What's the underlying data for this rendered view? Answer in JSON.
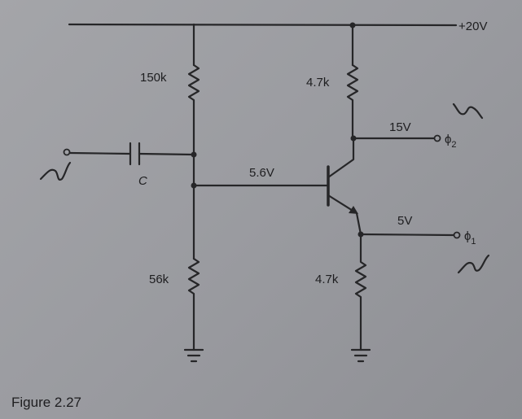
{
  "supply_label": "+20V",
  "components": {
    "r_top_left": "150k",
    "r_bottom_left": "56k",
    "r_collector": "4.7k",
    "r_emitter": "4.7k",
    "capacitor": "C"
  },
  "voltages": {
    "base": "5.6V",
    "collector": "15V",
    "emitter": "5V"
  },
  "outputs": {
    "phi2": "ϕ",
    "phi2_sub": "2",
    "phi1": "ϕ",
    "phi1_sub": "1"
  },
  "caption": "Figure 2.27",
  "colors": {
    "ink": "#262628",
    "paper": "#9d9ea2"
  }
}
